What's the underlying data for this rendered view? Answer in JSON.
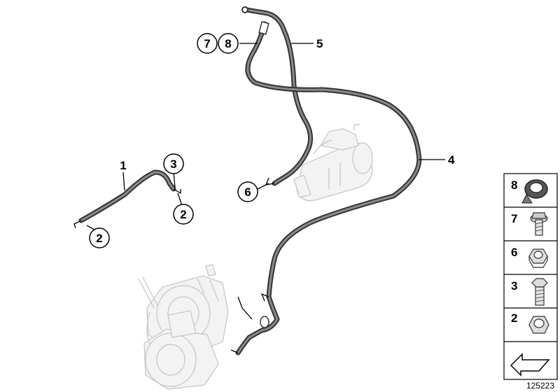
{
  "callouts": {
    "c1": "1",
    "c2a": "2",
    "c2b": "2",
    "c3": "3",
    "c4": "4",
    "c5": "5",
    "c6": "6",
    "c7": "7",
    "c8": "8"
  },
  "legend": {
    "items": [
      {
        "label": "8",
        "icon": "grommet-clamp-icon"
      },
      {
        "label": "7",
        "icon": "hex-bolt-washer-icon"
      },
      {
        "label": "6",
        "icon": "hex-collar-nut-icon"
      },
      {
        "label": "3",
        "icon": "hex-bolt-icon"
      },
      {
        "label": "2",
        "icon": "hex-nut-icon"
      },
      {
        "label": "",
        "icon": "arrow-icon"
      }
    ]
  },
  "diagram_id": "125223"
}
